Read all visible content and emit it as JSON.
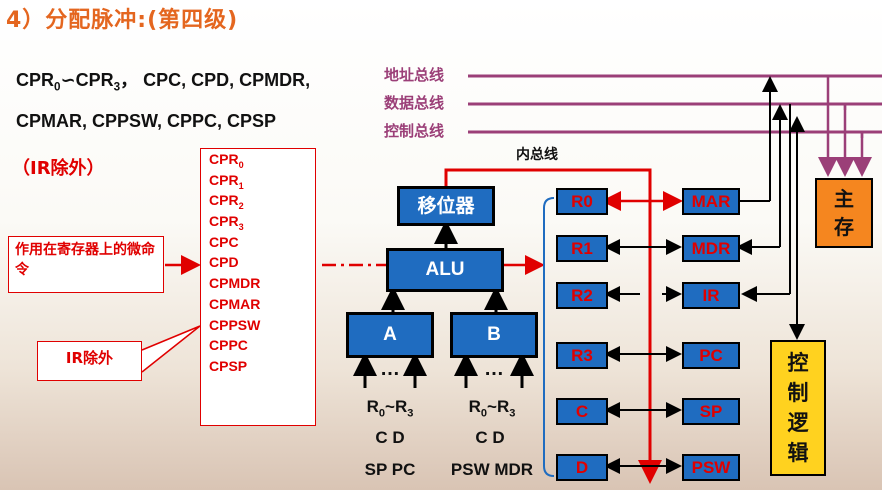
{
  "title": "4）分配脉冲:(第四级)",
  "signals": {
    "line1_a": "CPR",
    "line1_sub0": "0",
    "line1_sep": "∽",
    "line1_b": "CPR",
    "line1_sub3": "3",
    "line1_rest": "，  CPC, CPD, CPMDR,",
    "line2": "CPMAR, CPPSW,  CPPC, CPSP",
    "note": "（IR除外）"
  },
  "microcommand_list": {
    "items": [
      {
        "base": "CPR",
        "sub": "0"
      },
      {
        "base": "CPR",
        "sub": "1"
      },
      {
        "base": "CPR",
        "sub": "2"
      },
      {
        "base": "CPR",
        "sub": "3"
      },
      {
        "base": "CPC",
        "sub": ""
      },
      {
        "base": "CPD",
        "sub": ""
      },
      {
        "base": "CPMDR",
        "sub": ""
      },
      {
        "base": "CPMAR",
        "sub": ""
      },
      {
        "base": "CPPSW",
        "sub": ""
      },
      {
        "base": "CPPC",
        "sub": ""
      },
      {
        "base": "CPSP",
        "sub": ""
      }
    ]
  },
  "callouts": {
    "register_command": "作用在寄存器上的微命令",
    "ir_except": "IR除外"
  },
  "buses": {
    "address": "地址总线",
    "data": "数据总线",
    "control": "控制总线",
    "internal": "内总线"
  },
  "units": {
    "shifter": "移位器",
    "alu": "ALU",
    "a": "A",
    "b": "B",
    "memory": "主存",
    "control_logic": "控制逻辑"
  },
  "registers_left": [
    "R0",
    "R1",
    "R2",
    "R3",
    "C",
    "D"
  ],
  "registers_right": [
    "MAR",
    "MDR",
    "IR",
    "PC",
    "SP",
    "PSW"
  ],
  "inputs": {
    "ellipsis": "…",
    "a_range_r": "R",
    "a_range_sub0": "0",
    "a_range_tilde": "~",
    "a_range_sub3": "3",
    "a_line2": "C  D",
    "a_line3": "SP  PC",
    "b_line2": "C   D",
    "b_line3": "PSW  MDR"
  },
  "colors": {
    "title": "#e4661f",
    "accent_red": "#e00000",
    "unit_blue": "#1f6cc0",
    "bus_purple": "#9b3f78",
    "memory_orange": "#f5861f",
    "control_yellow": "#ffd21f"
  }
}
